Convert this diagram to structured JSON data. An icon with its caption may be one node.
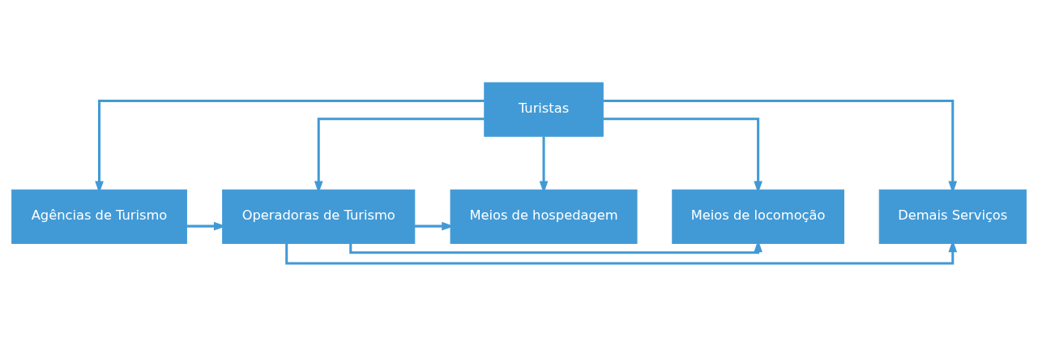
{
  "diagram": {
    "nodes": [
      {
        "text": [
          "Turistas"
        ]
      },
      {
        "text": [
          "Agências de Turismo"
        ]
      },
      {
        "text": [
          "Operadoras de Turismo"
        ]
      },
      {
        "text": [
          "Meios de hospedagem"
        ]
      },
      {
        "text": [
          "Meios de locomoção"
        ]
      },
      {
        "text": [
          "Demais Serviços"
        ]
      }
    ],
    "edges": [
      {
        "from": 0,
        "to": 1,
        "arrow": "to"
      },
      {
        "from": 0,
        "to": 2,
        "arrow": "to"
      },
      {
        "from": 0,
        "to": 3,
        "arrow": "to"
      },
      {
        "from": 0,
        "to": 4,
        "arrow": "to"
      },
      {
        "from": 0,
        "to": 5,
        "arrow": "to"
      },
      {
        "from": 1,
        "to": 2,
        "arrow": "to"
      },
      {
        "from": 2,
        "to": 3,
        "arrow": "to"
      },
      {
        "from": 2,
        "to": 4,
        "arrow": "to"
      },
      {
        "from": 2,
        "to": 5,
        "arrow": "to"
      }
    ]
  }
}
